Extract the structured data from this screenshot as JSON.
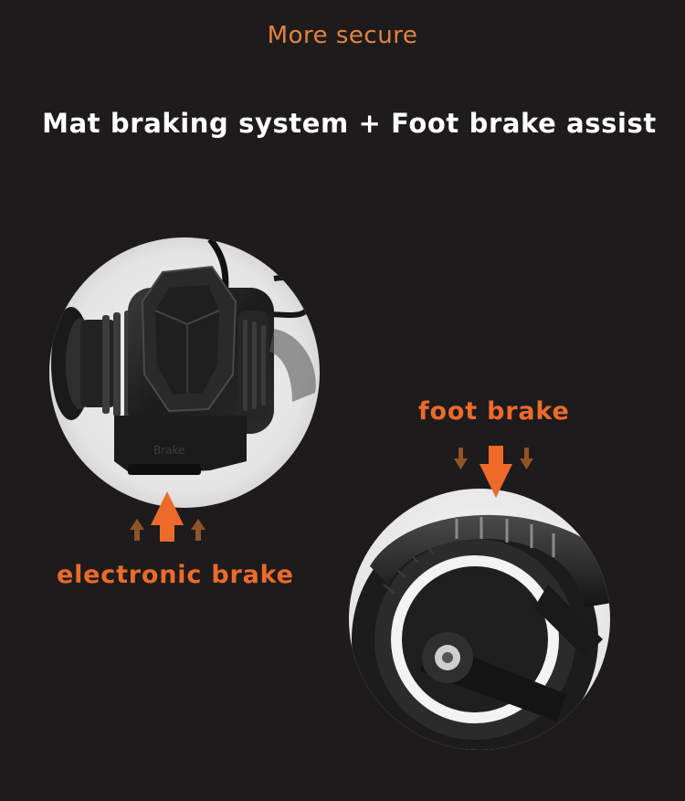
{
  "header": {
    "subtitle": "More secure",
    "title": "Mat braking system + Foot brake assist"
  },
  "labels": {
    "foot_brake": "foot brake",
    "electronic_brake": "electronic brake"
  },
  "images": {
    "motor_brake_closeup": {
      "embossed_text": "Brake"
    }
  },
  "colors": {
    "background": "#1d1b1c",
    "accent_orange": "#ed6a2b",
    "subtitle_orange": "#e4823f",
    "arrow_brown": "#8f5327",
    "title_white": "#ffffff"
  }
}
